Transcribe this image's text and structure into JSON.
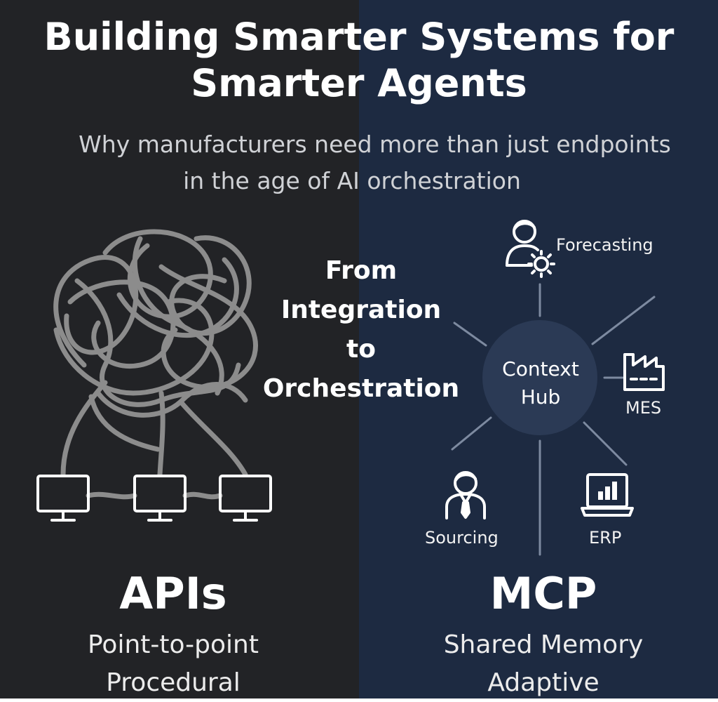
{
  "header": {
    "title_line1": "Building Smarter Systems for",
    "title_line2": "Smarter Agents",
    "subtitle_line1": "Why manufacturers need more than just endpoints",
    "subtitle_line2": "in the age of AI orchestration"
  },
  "transition": {
    "line1": "From",
    "line2": "Integration",
    "line3": "to",
    "line4": "Orchestration"
  },
  "hub": {
    "line1": "Context",
    "line2": "Hub"
  },
  "nodes": {
    "forecasting": "Forecasting",
    "mes": "MES",
    "sourcing": "Sourcing",
    "erp": "ERP"
  },
  "left_panel": {
    "heading": "APIs",
    "line1": "Point-to-point",
    "line2": "Procedural"
  },
  "right_panel": {
    "heading": "MCP",
    "line1": "Shared Memory",
    "line2": "Adaptive"
  },
  "colors": {
    "left_background": "#222326",
    "right_background": "#1d2a41",
    "hub_fill": "#2b3a55",
    "line_gray": "#8c8c8c"
  }
}
